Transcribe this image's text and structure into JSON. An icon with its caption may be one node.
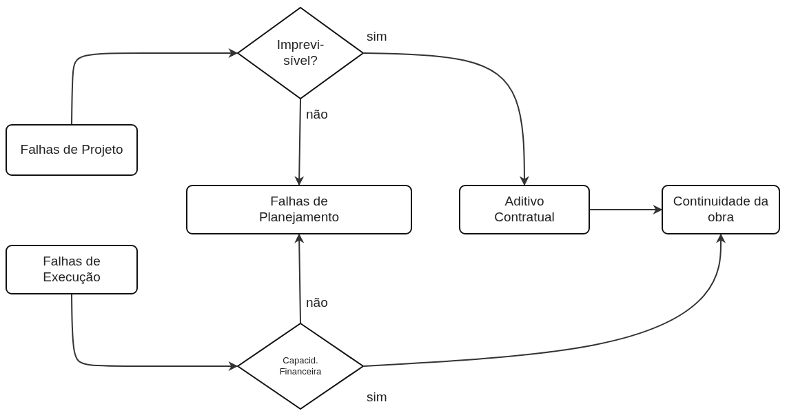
{
  "diagram": {
    "nodes": [
      {
        "text": [
          "Falhas de Projeto"
        ]
      },
      {
        "text": [
          "Imprevi- sível?"
        ]
      },
      {
        "text": [
          "Falhas de Planejamento"
        ]
      },
      {
        "text": [
          "Aditivo Contratual"
        ]
      },
      {
        "text": [
          "Continuidade da obra"
        ]
      },
      {
        "text": [
          "Falhas de Execução"
        ]
      },
      {
        "text": [
          "Capacid. Financeira"
        ]
      }
    ],
    "edges": [
      {
        "from": 0,
        "to": 1,
        "arrow": "to"
      },
      {
        "from": 1,
        "to": 2,
        "arrow": "to",
        "label": "não"
      },
      {
        "from": 1,
        "to": 3,
        "arrow": "to",
        "label": "sim"
      },
      {
        "from": 3,
        "to": 4,
        "arrow": "to"
      },
      {
        "from": 5,
        "to": 6,
        "arrow": "to"
      },
      {
        "from": 6,
        "to": 2,
        "arrow": "to",
        "label": "não"
      },
      {
        "from": 6,
        "to": 4,
        "arrow": "to",
        "label": "sim"
      }
    ]
  }
}
